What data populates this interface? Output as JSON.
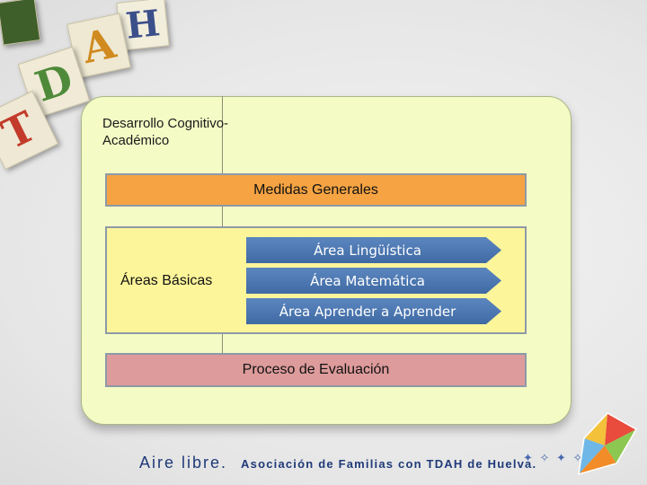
{
  "diagram": {
    "heading": "Desarrollo Cognitivo-Académico",
    "medidas": "Medidas Generales",
    "areas_label": "Áreas Básicas",
    "areas": [
      "Área Lingüística",
      "Área Matemática",
      "Área Aprender a Aprender"
    ],
    "proceso": "Proceso de Evaluación"
  },
  "blocks": [
    "H",
    "A",
    "D",
    "T"
  ],
  "footer": {
    "brand": "Aire libre.",
    "organization": "Asociación de Familias con TDAH de Huelva."
  },
  "colors": {
    "frame": "#f4fbc5",
    "medidas": "#f5a343",
    "areas_box": "#fdf59a",
    "chevron": "#4a76b0",
    "proceso": "#dd9b9b",
    "footer_text": "#1f3a78"
  }
}
